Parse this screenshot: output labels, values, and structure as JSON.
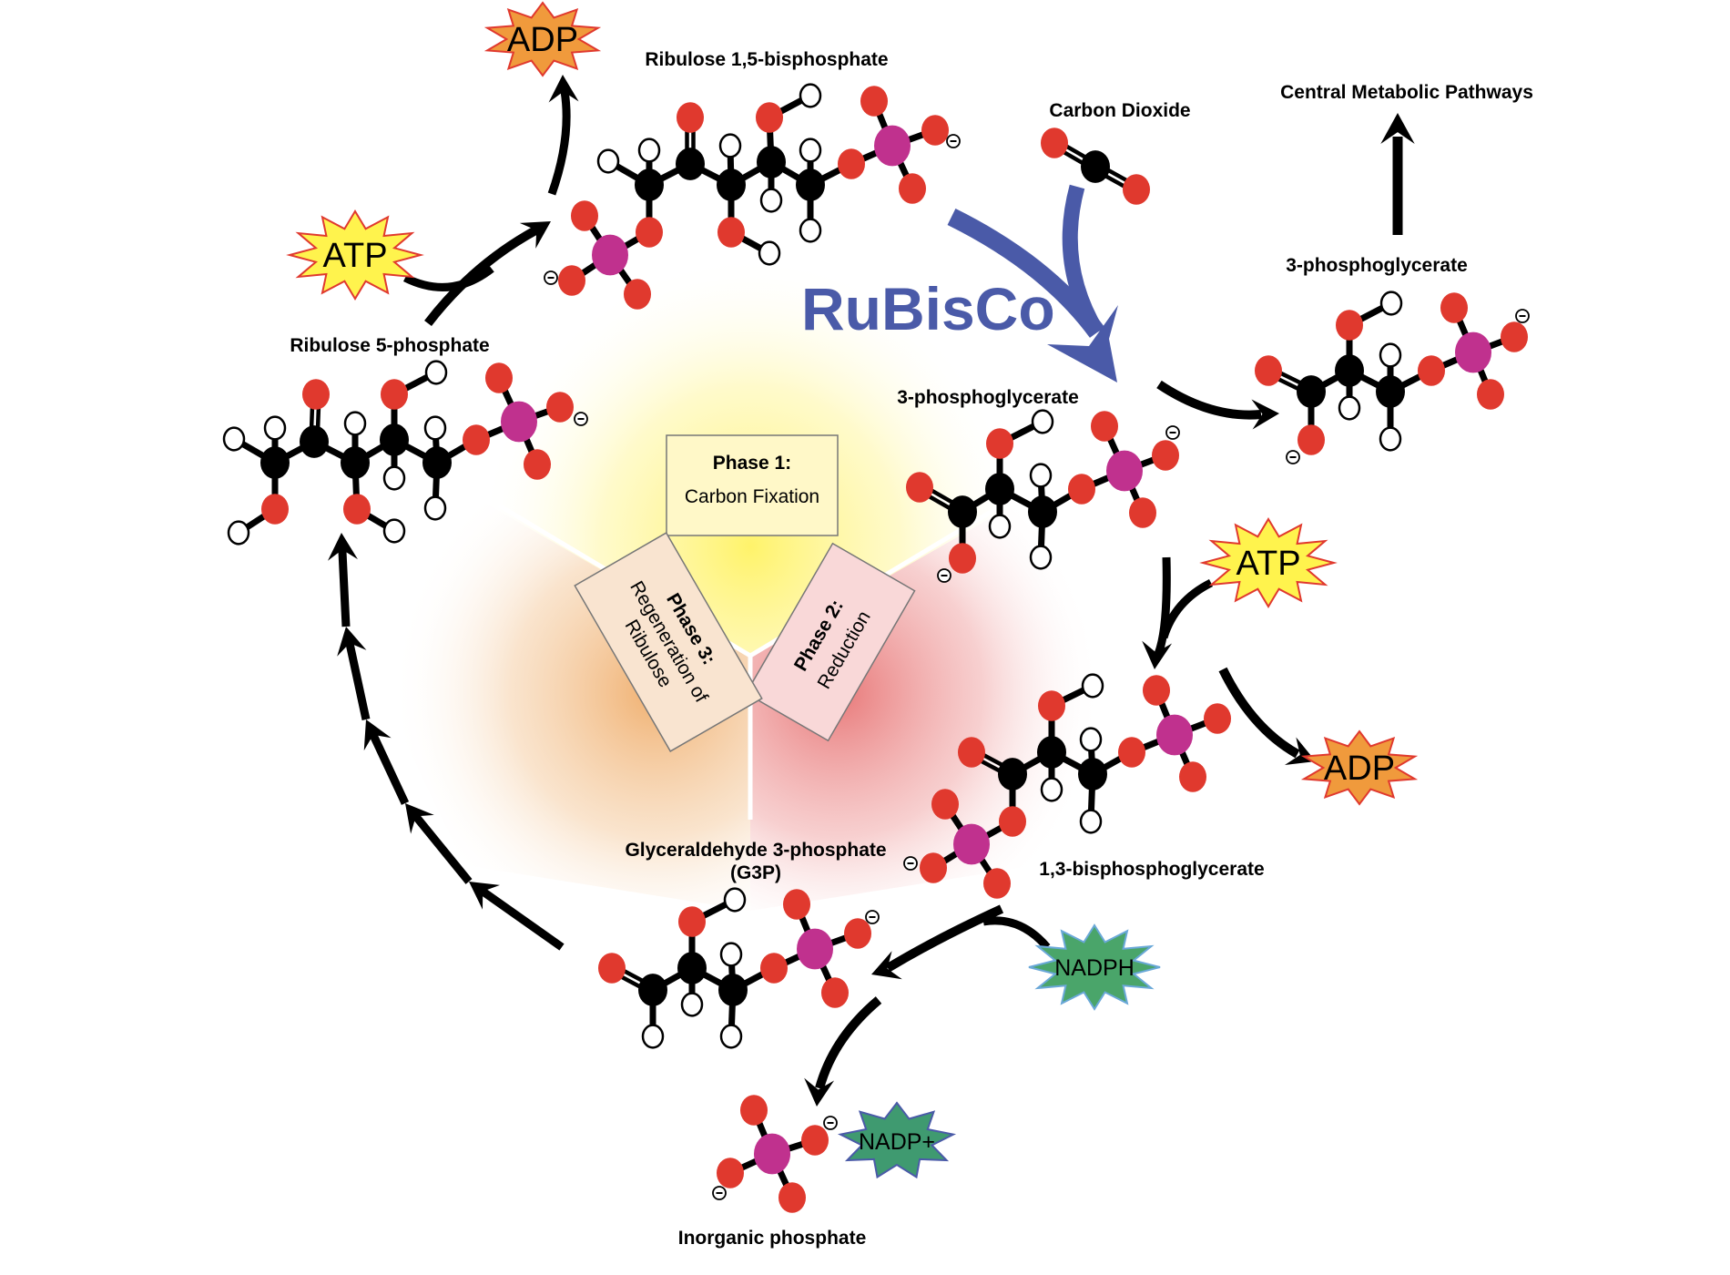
{
  "title": "Calvin Cycle",
  "colors": {
    "oxygen": "#e0392e",
    "carbon": "#000000",
    "hydrogen": "#ffffff",
    "phosphorus": "#c0318e",
    "bond": "#000000",
    "enzyme": "#4a5aa8",
    "atp_fill": "#fff34d",
    "atp_stroke": "#e0392e",
    "adp_fill": "#f09a3c",
    "adp_stroke": "#e0392e",
    "nadph_fill": "#4aa56a",
    "nadph_stroke": "#6aa8d8",
    "nadp_fill": "#3f9a70",
    "nadp_stroke": "#4a5aa8",
    "phase1_glow": "#fff36a",
    "phase2_glow": "#e87878",
    "phase3_glow": "#f0b070",
    "arrow": "#000000"
  },
  "enzyme": {
    "label": "RuBisCo"
  },
  "phases": [
    {
      "id": "phase1",
      "title": "Phase 1:",
      "subtitle": "Carbon Fixation"
    },
    {
      "id": "phase2",
      "title": "Phase 2:",
      "subtitle": "Reduction"
    },
    {
      "id": "phase3",
      "title": "Phase 3:",
      "subtitle_lines": [
        "Regeneration of",
        "Ribulose"
      ]
    }
  ],
  "molecules": {
    "rubp": {
      "label": "Ribulose 1,5-bisphosphate"
    },
    "co2": {
      "label": "Carbon Dioxide"
    },
    "pga_center": {
      "label": "3-phosphoglycerate"
    },
    "pga_right": {
      "label": "3-phosphoglycerate"
    },
    "bpg": {
      "label": "1,3-bisphosphoglycerate"
    },
    "g3p": {
      "label_lines": [
        "Glyceraldehyde 3-phosphate",
        "(G3P)"
      ]
    },
    "pi": {
      "label": "Inorganic phosphate"
    },
    "ru5p": {
      "label": "Ribulose 5-phosphate"
    }
  },
  "outputs": {
    "central": "Central Metabolic Pathways"
  },
  "cofactors": {
    "atp_left": "ATP",
    "adp_top": "ADP",
    "atp_right": "ATP",
    "adp_right": "ADP",
    "nadph": "NADPH",
    "nadp": "NADP+"
  },
  "charge_symbol": "−"
}
